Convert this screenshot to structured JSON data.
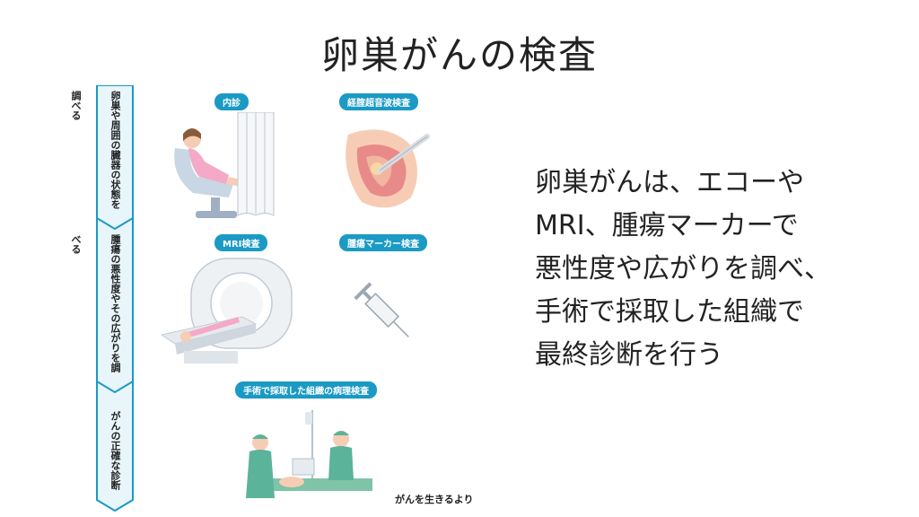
{
  "title": "卵巣がんの検査",
  "flow": {
    "steps": [
      "卵巣や周囲の臓器の状態を調べる",
      "腫瘍の悪性度やその広がりを調べる",
      "がんの正確な診断"
    ],
    "colors": {
      "fill": "#e8f5fb",
      "stroke": "#1a9ac4"
    }
  },
  "exams": {
    "internal": "内診",
    "ultrasound": "経腟超音波検査",
    "mri": "MRI検査",
    "marker": "腫瘍マーカー検査",
    "pathology": "手術で採取した組織の病理検査"
  },
  "summary": {
    "lines": [
      "卵巣がんは、エコーや",
      "MRI、腫瘍マーカーで",
      "悪性度や広がりを調べ、",
      "手術で採取した組織で",
      "最終診断を行う"
    ]
  },
  "credit": "がんを生きるより",
  "colors": {
    "label_bg": "#1a9ac4",
    "skin": "#f6cdb4",
    "pink": "#f4a9c6",
    "scrub": "#5bb39a"
  }
}
